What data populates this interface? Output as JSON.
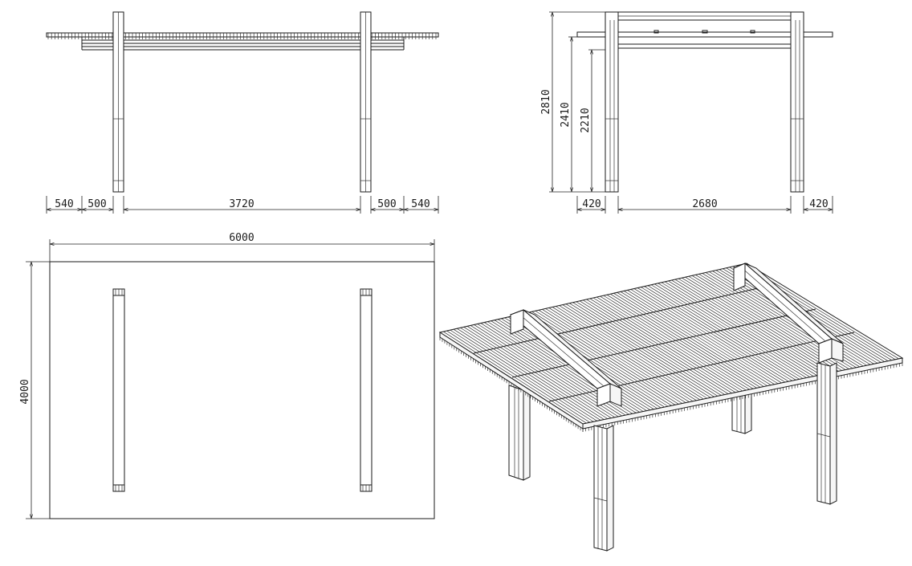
{
  "front_view": {
    "dims": [
      "540",
      "500",
      "3720",
      "500",
      "540"
    ]
  },
  "side_view": {
    "heights": [
      "2810",
      "2410",
      "2210"
    ],
    "widths": [
      "420",
      "2680",
      "420"
    ]
  },
  "plan_view": {
    "length": "6000",
    "width": "4000"
  },
  "colors": {
    "line": "#1a1a1a",
    "background": "#ffffff"
  }
}
